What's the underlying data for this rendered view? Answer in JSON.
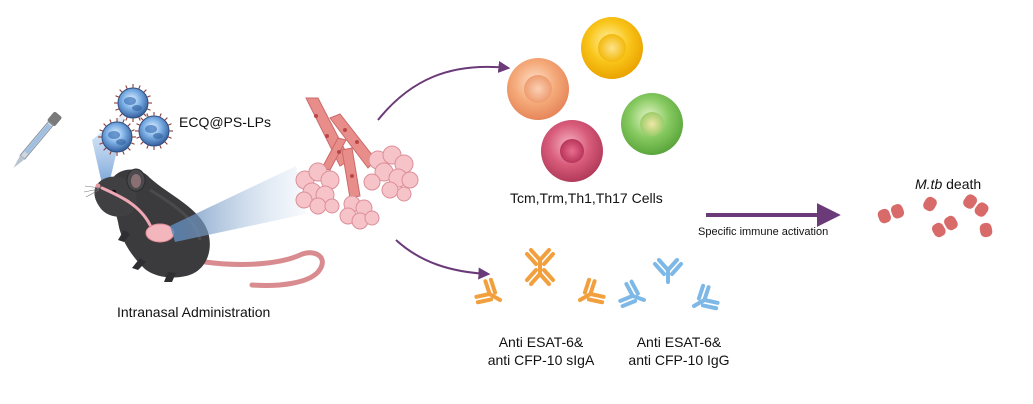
{
  "labels": {
    "nanoparticle": "ECQ@PS-LPs",
    "administration": "Intranasal Administration",
    "cells": "Tcm,Trm,Th1,Th17 Cells",
    "activation": "Specific immune activation",
    "death_species": "M.tb",
    "death_word": " death",
    "siga_line1": "Anti ESAT-6&",
    "siga_line2": "anti CFP-10 sIgA",
    "igg_line1": "Anti ESAT-6&",
    "igg_line2": "anti CFP-10 IgG"
  },
  "colors": {
    "arrow": "#6b3a78",
    "mouse": "#3a3a3a",
    "lung": "#f4b6bd",
    "airway": "#e88d8a",
    "siga": "#f2a03d",
    "igg": "#7eb8e6",
    "bacteria": "#d96a6a",
    "cell_orange": "#f3a677",
    "cell_yellow": "#f9c51a",
    "cell_green": "#7cc35b",
    "cell_red": "#d65a78"
  },
  "icons": [
    "dropper-icon",
    "nanoparticle-icon",
    "mouse-icon",
    "lung-icon",
    "immune-cell-icon",
    "antibody-icon",
    "bacteria-icon"
  ]
}
